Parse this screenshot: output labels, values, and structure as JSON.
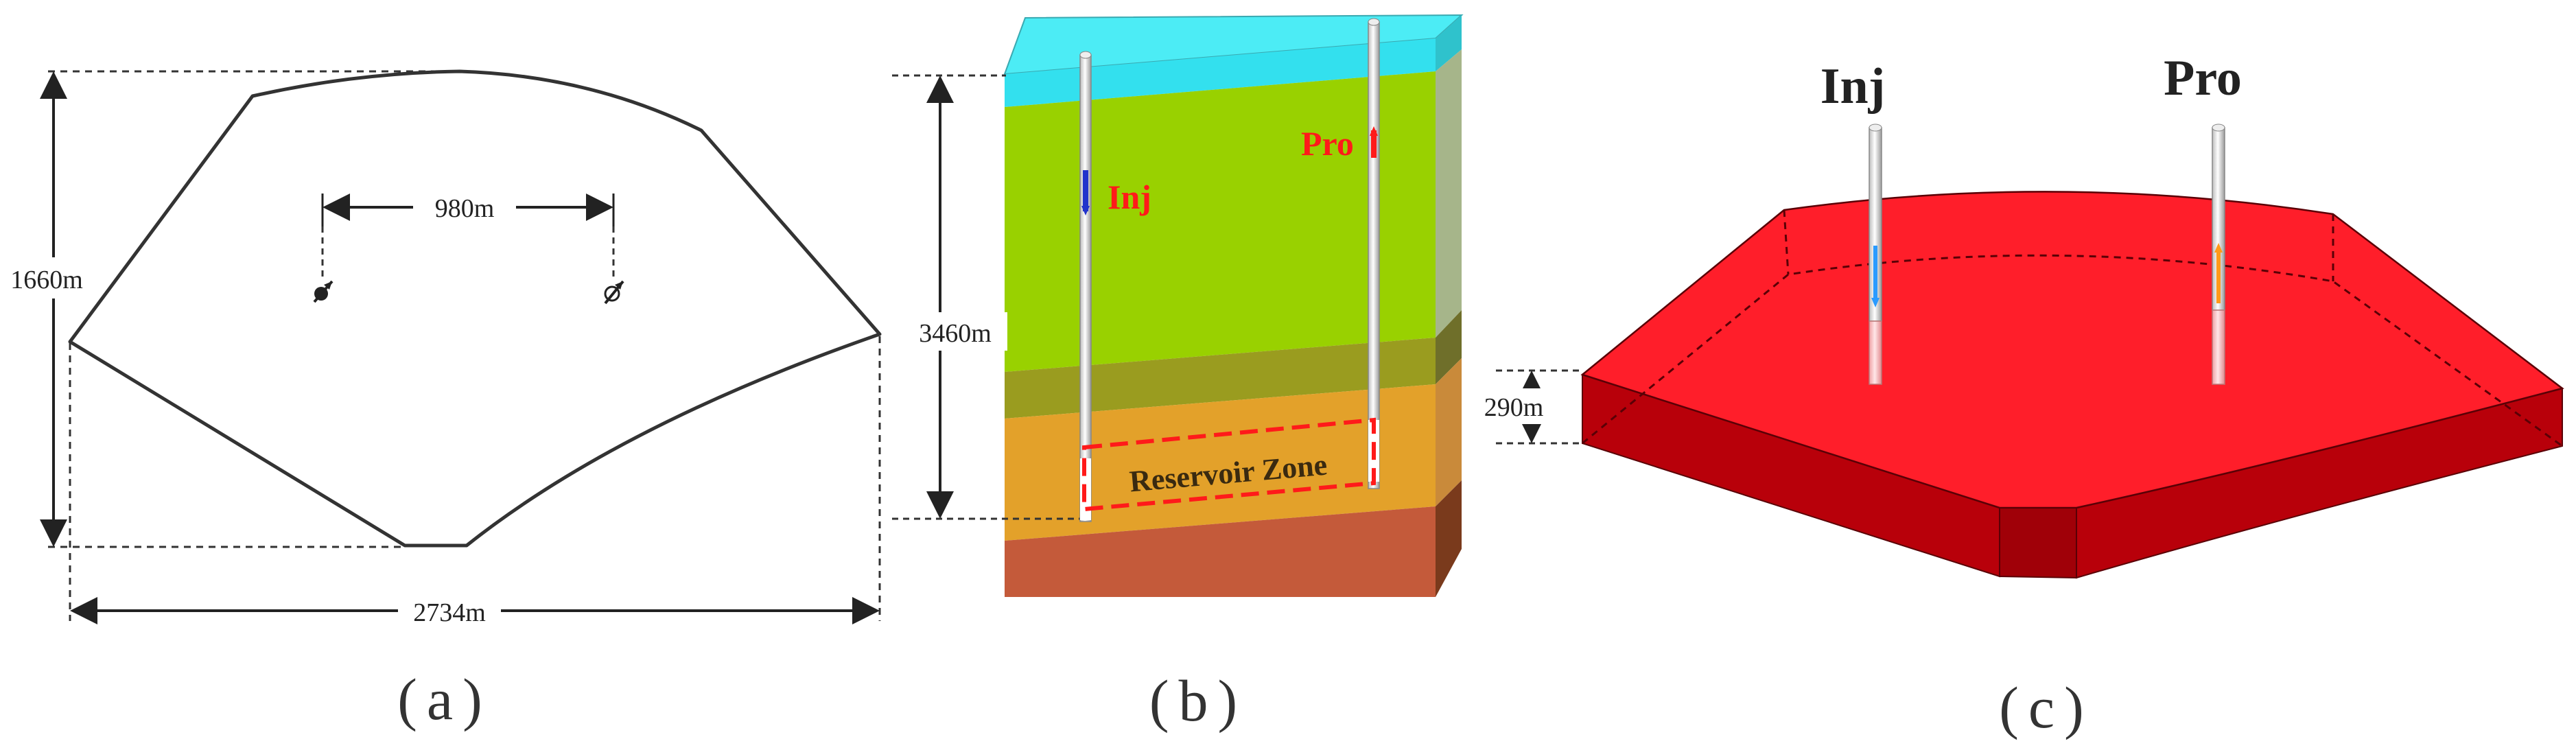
{
  "panel_a": {
    "caption": "(a)",
    "height_label": "1660m",
    "width_label": "2734m",
    "spacing_label": "980m"
  },
  "panel_b": {
    "caption": "(b)",
    "depth_label": "3460m",
    "injector_label": "Inj",
    "producer_label": "Pro",
    "reservoir_label": "Reservoir Zone",
    "colors": {
      "water": "#33e0ee",
      "upper_layer": "#99d100",
      "middle_layer": "#9a9c1f",
      "reservoir": "#e3a12a",
      "basement": "#c45a3a",
      "reservoir_outline": "#ff1a1a"
    }
  },
  "panel_c": {
    "caption": "(c)",
    "thickness_label": "290m",
    "injector_label": "Inj",
    "producer_label": "Pro",
    "colors": {
      "top": "#ff1e2a",
      "side": "#b8000a",
      "injector_arrow": "#2a9bff",
      "producer_arrow": "#ff9a1a"
    }
  }
}
